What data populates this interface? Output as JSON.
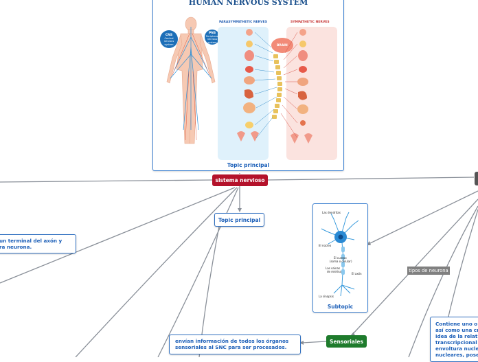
{
  "infographic": {
    "title": "HUMAN NERVOUS SYSTEM",
    "parasympathetic_label": "PARASYMPATHETIC NERVES",
    "sympathetic_label": "SYMPATHETIC NERVES",
    "brain_label": "BRAIN",
    "cns_badge": {
      "abbr": "CNS",
      "text": "Central nervous system"
    },
    "pns_badge": {
      "abbr": "PNS",
      "text": "Peripheral nervous system"
    },
    "caption": "Topic principal"
  },
  "central_topic": {
    "label": "sistema nervioso"
  },
  "subtopic_main": {
    "label": "Topic principal"
  },
  "left_note": {
    "line1": "un terminal del axón y",
    "line2": "ra neurona."
  },
  "neuron_card": {
    "caption": "Subtopic",
    "labels": {
      "dendrites": "Las dendritas",
      "nucleus": "El núcleo",
      "cell_body": "El cuerpo",
      "cell_body_2": "(soma o celular)",
      "myelin": "Las vainas",
      "myelin_2": "de mielina",
      "axon": "El axón",
      "synapse": "La sinapsis"
    }
  },
  "neuron_types": {
    "label": "tipos de neurona"
  },
  "sensory": {
    "label": "Sensoriales",
    "description_line1": "envían información de todos los órganos",
    "description_line2": "sensoriales al SNC para ser procesados."
  },
  "right_note": {
    "lines": [
      "Contiene uno o",
      "así como una cr",
      "idea de la relati",
      "transcripcional",
      "envoltura nucle",
      "nucleares, pose"
    ]
  },
  "colors": {
    "central": "#b4122b",
    "topic_border": "#2f6fc0",
    "text_blue": "#1c5fb8",
    "sensory_green": "#1e7b2c",
    "connector": "#8a9099"
  }
}
